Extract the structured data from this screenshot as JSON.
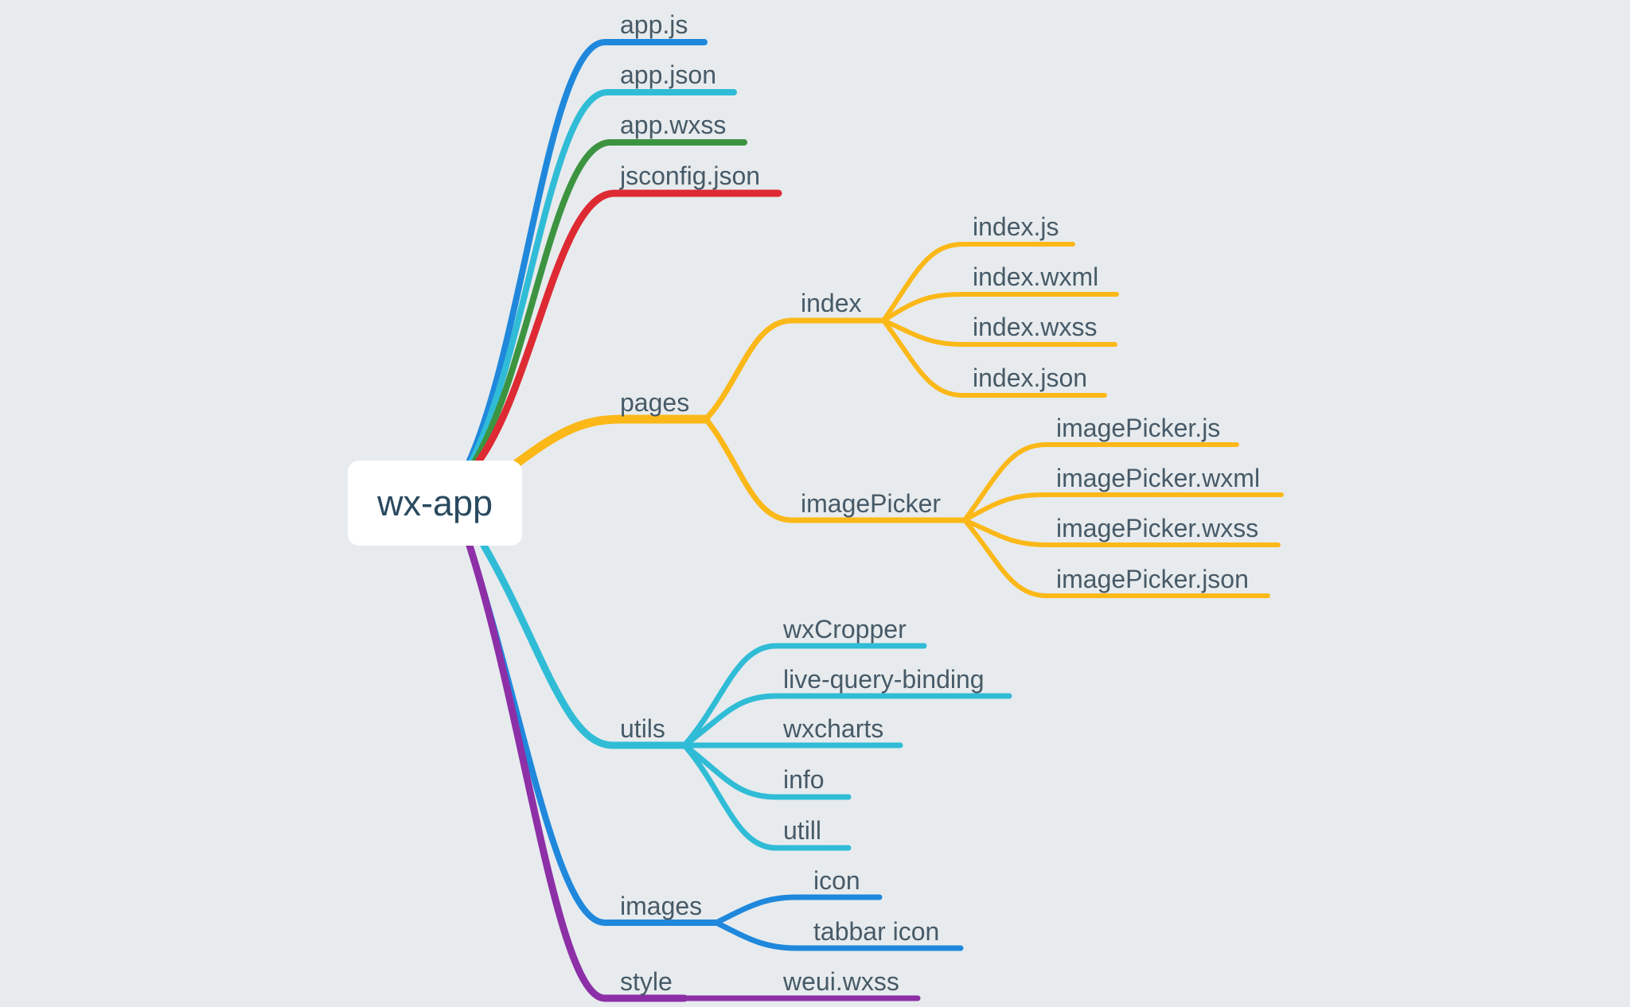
{
  "mindmap": {
    "root": {
      "label": "wx-app"
    },
    "colors": {
      "blue": "#1f88dc",
      "cyan": "#30bcd6",
      "green": "#3c9440",
      "red": "#de2a33",
      "amber": "#fbb818",
      "purple": "#8d2fa6"
    },
    "nodes": [
      {
        "id": "app-js",
        "label": "app.js",
        "color": "#1f88dc"
      },
      {
        "id": "app-json",
        "label": "app.json",
        "color": "#30bcd6"
      },
      {
        "id": "app-wxss",
        "label": "app.wxss",
        "color": "#3c9440"
      },
      {
        "id": "jsconfig-json",
        "label": "jsconfig.json",
        "color": "#de2a33"
      },
      {
        "id": "pages",
        "label": "pages",
        "color": "#fbb818"
      },
      {
        "id": "index",
        "label": "index",
        "color": "#fbb818"
      },
      {
        "id": "index-js",
        "label": "index.js",
        "color": "#fbb818"
      },
      {
        "id": "index-wxml",
        "label": "index.wxml",
        "color": "#fbb818"
      },
      {
        "id": "index-wxss",
        "label": "index.wxss",
        "color": "#fbb818"
      },
      {
        "id": "index-json",
        "label": "index.json",
        "color": "#fbb818"
      },
      {
        "id": "imagepicker",
        "label": "imagePicker",
        "color": "#fbb818"
      },
      {
        "id": "imagepicker-js",
        "label": "imagePicker.js",
        "color": "#fbb818"
      },
      {
        "id": "imagepicker-wxml",
        "label": "imagePicker.wxml",
        "color": "#fbb818"
      },
      {
        "id": "imagepicker-wxss",
        "label": "imagePicker.wxss",
        "color": "#fbb818"
      },
      {
        "id": "imagepicker-json",
        "label": "imagePicker.json",
        "color": "#fbb818"
      },
      {
        "id": "utils",
        "label": "utils",
        "color": "#30bcd6"
      },
      {
        "id": "wxcropper",
        "label": "wxCropper",
        "color": "#30bcd6"
      },
      {
        "id": "live-query-binding",
        "label": "live-query-binding",
        "color": "#30bcd6"
      },
      {
        "id": "wxcharts",
        "label": "wxcharts",
        "color": "#30bcd6"
      },
      {
        "id": "info",
        "label": "info",
        "color": "#30bcd6"
      },
      {
        "id": "utill",
        "label": "utill",
        "color": "#30bcd6"
      },
      {
        "id": "images",
        "label": "images",
        "color": "#1f88dc"
      },
      {
        "id": "icon",
        "label": "icon",
        "color": "#1f88dc"
      },
      {
        "id": "tabbar-icon",
        "label": "tabbar icon",
        "color": "#1f88dc"
      },
      {
        "id": "style",
        "label": "style",
        "color": "#8d2fa6"
      },
      {
        "id": "weui-wxss",
        "label": "weui.wxss",
        "color": "#8d2fa6"
      }
    ]
  }
}
